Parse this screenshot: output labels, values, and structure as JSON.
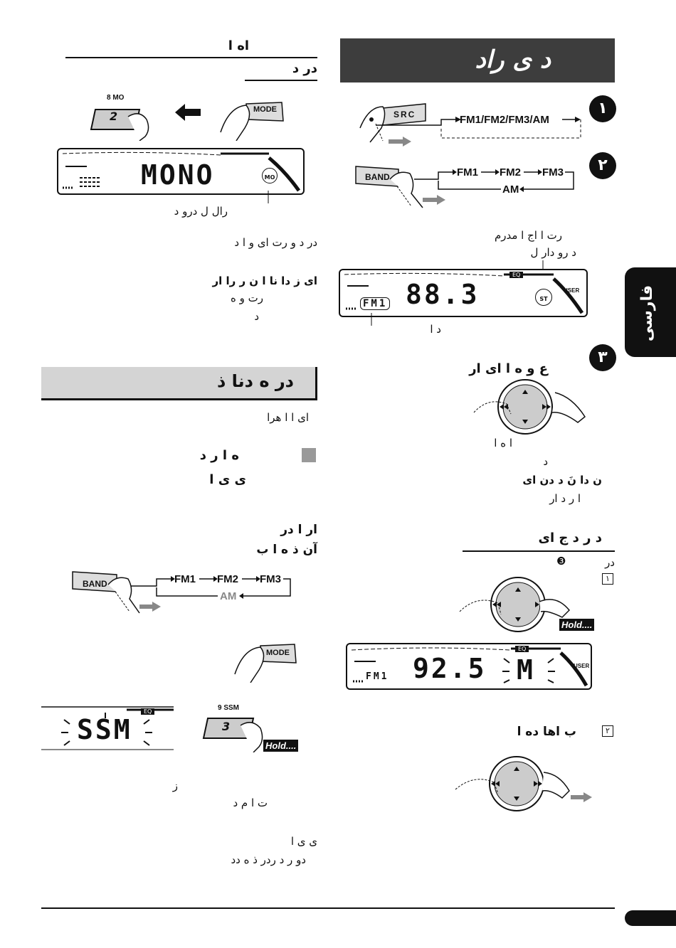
{
  "colors": {
    "header_dark": "#3d3d3d",
    "header_grey": "#d4d4d4",
    "text": "#111111",
    "tab": "#111111"
  },
  "side_tab": {
    "label": "فارسی"
  },
  "right": {
    "title": "د ی راد",
    "step1": {
      "num": "١",
      "button": "SRC",
      "flow": "FM1/FM2/FM3/AM"
    },
    "step2": {
      "num": "٢",
      "button": "BAND",
      "flow1": "FM1",
      "flow2": "FM2",
      "flow3": "FM3",
      "flow4": "AM"
    },
    "step2_text": [
      "رت ا اج ا مدرم",
      "د رو دار ل"
    ],
    "lcd1": {
      "band": "FM1",
      "freq": "88.3",
      "st": "ST",
      "eq": "EQ",
      "user": "USER"
    },
    "lcd1_caption": "د ا",
    "step3": {
      "num": "٣",
      "heading": "ع و ه ا ای ار"
    },
    "step3_text": [
      "ا ه ا",
      "د",
      "ن دا نَ د دن ای",
      "ا ر د ار"
    ],
    "sub_heading": "د ر د ج ای",
    "sub_line": "در",
    "sub_step_num": "❸",
    "sub1": "١",
    "hold": "Hold....",
    "lcd2": {
      "band": "FM1",
      "freq": "92.5",
      "mem": "M",
      "eq": "EQ",
      "user": "USER"
    },
    "sub2": "٢",
    "sub2_text": "ب اها ده ا"
  },
  "left": {
    "head1": "اه ا",
    "head2": "در د",
    "button_label": "8 MO",
    "button_num": "2",
    "mode": "MODE",
    "lcd": {
      "text": "MONO",
      "mo": "MO"
    },
    "lcd_caption": "رال ل درو د",
    "para1": "در د و رت ای و ا د",
    "para2": [
      "ای ز دا نا ا ن ر را ار",
      "رت و ه",
      "د"
    ],
    "section_title": "در ه دنا ذ",
    "intro": "ای ا ا هرا",
    "sub_title": [
      "ه ا ر د",
      "ی ی ا"
    ],
    "para3": [
      "ار ا در",
      "آن ذ ه ا ب"
    ],
    "flow": {
      "f1": "FM1",
      "f2": "FM2",
      "f3": "FM3",
      "f4": "AM",
      "button": "BAND"
    },
    "mode2": "MODE",
    "ssm_lcd": {
      "text": "SSM",
      "eq": "EQ"
    },
    "ssm_button_label": "9 SSM",
    "ssm_button_num": "3",
    "hold": "Hold....",
    "para4": [
      "ز",
      "ت ا م د"
    ],
    "para5": [
      "ی ی ا",
      "دو ر د ردر ذ ه دد"
    ]
  }
}
